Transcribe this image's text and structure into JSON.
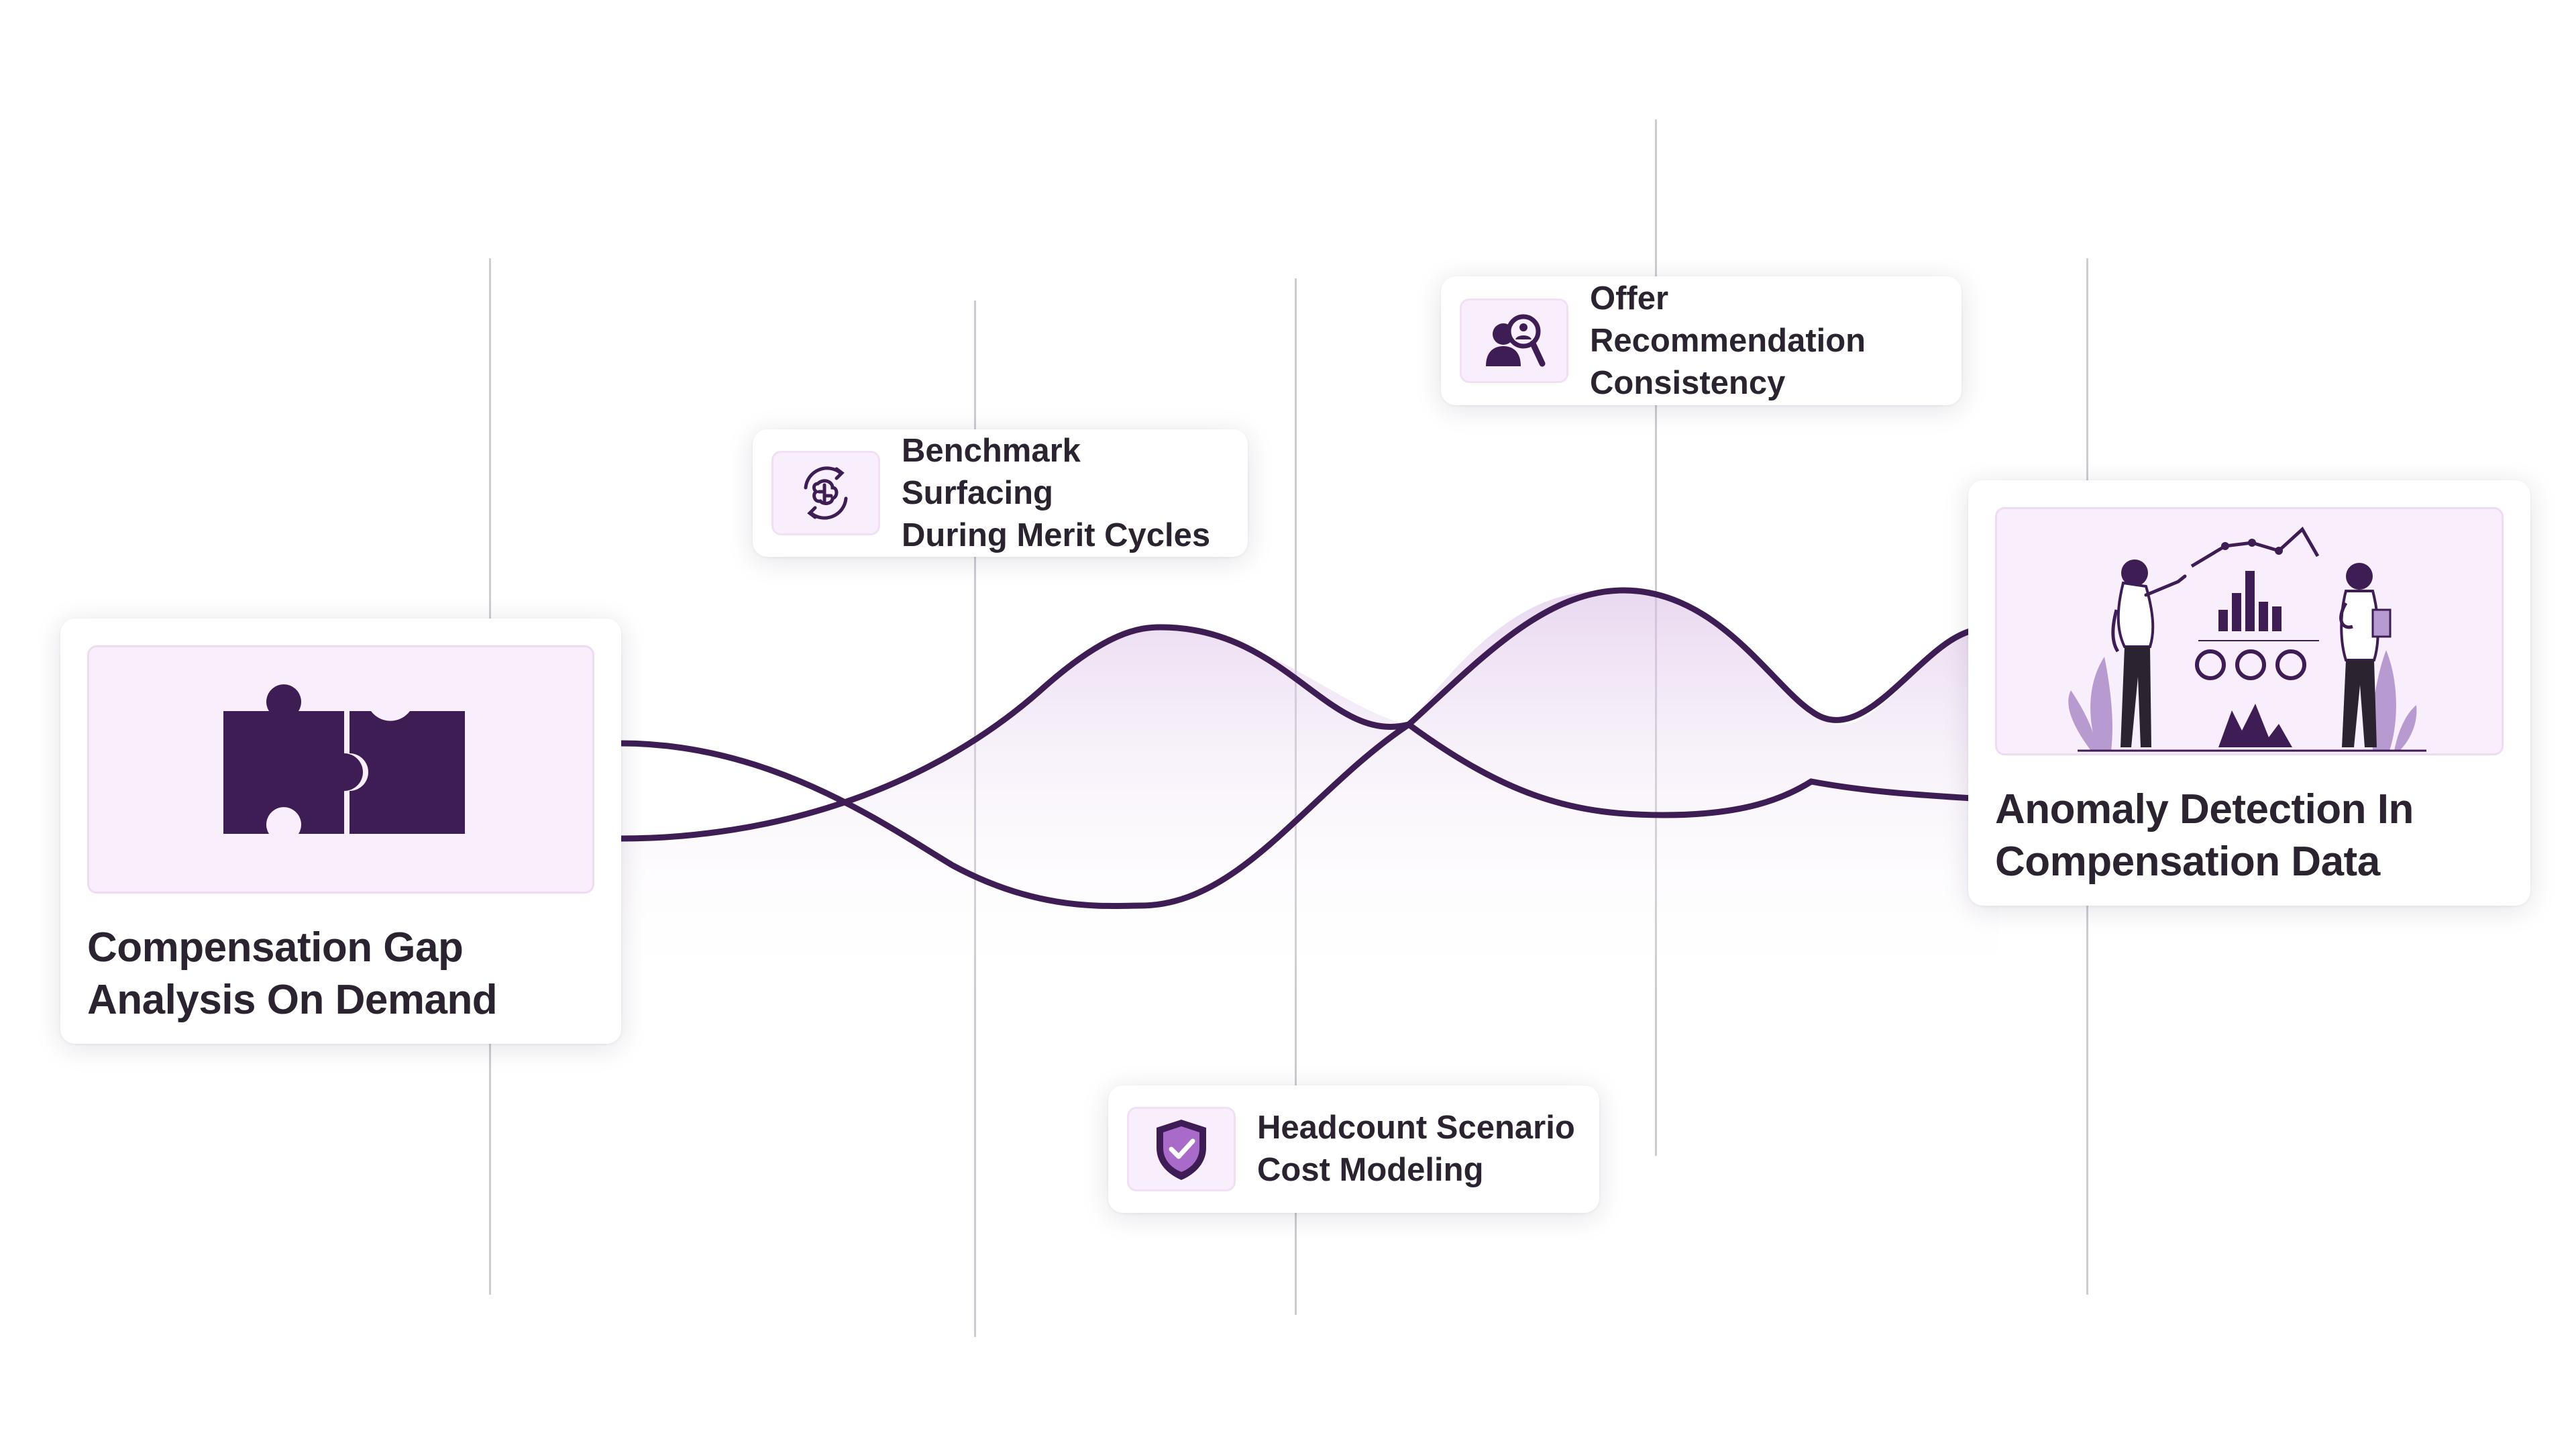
{
  "cards": {
    "gap_analysis": {
      "title": "Compensation Gap Analysis On Demand",
      "icon": "puzzle-icon"
    },
    "benchmark": {
      "label": "Benchmark Surfacing\nDuring Merit Cycles",
      "icon": "cycle-brain-icon"
    },
    "offer": {
      "label": "Offer Recommendation\nConsistency",
      "icon": "user-search-icon"
    },
    "headcount": {
      "label": "Headcount Scenario\nCost Modeling",
      "icon": "shield-check-icon"
    },
    "anomaly": {
      "title": "Anomaly Detection In Compensation Data",
      "icon": "data-analysts-illustration"
    }
  },
  "colors": {
    "accent": "#3e1d55",
    "art_background": "#f9eefb",
    "shield": "#a86bc9",
    "grid_line": "#cfcbd2"
  }
}
